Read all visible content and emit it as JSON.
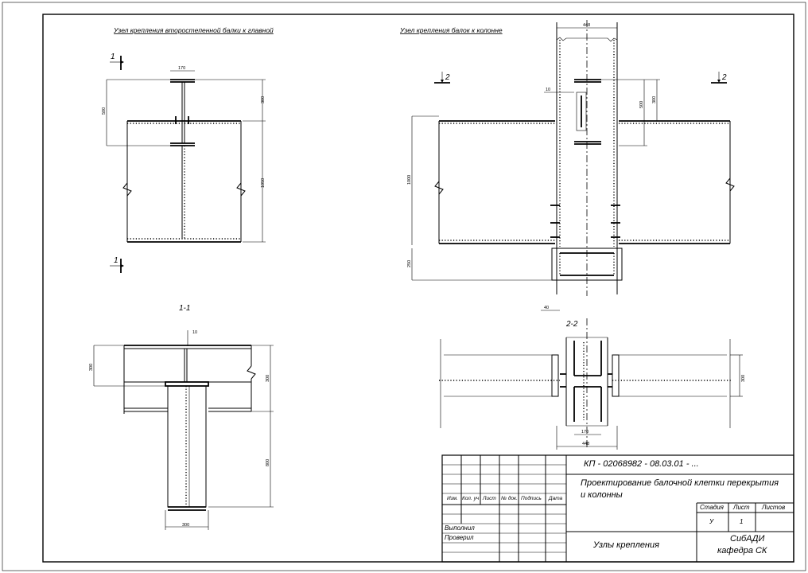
{
  "titles": {
    "node1": "Узел крепления второстепенной балки к главной",
    "node2": "Узел крепления балок к колонне",
    "section11": "1-1",
    "section22": "2-2"
  },
  "markers": {
    "m1": "1",
    "m2": "2"
  },
  "dims": {
    "d170": "170",
    "d500": "500",
    "d300": "300",
    "d1050": "1050",
    "d448": "448",
    "d10": "10",
    "d1000": "1000",
    "d250": "250",
    "d40": "40",
    "d800": "800"
  },
  "stamp": {
    "code": "КП - 02068982 - 08.03.01 - ...",
    "project_line1": "Проектирование балочной клетки перекрытия",
    "project_line2": "и колонны",
    "sheet_name": "Узлы крепления",
    "org_line1": "СибАДИ",
    "org_line2": "кафедра СК",
    "headers": [
      "Изм.",
      "Кол. уч",
      "Лист",
      "№ док.",
      "Подпись",
      "Дата"
    ],
    "role_done": "Выполнил",
    "role_check": "Проверил",
    "col_stage": "Стадия",
    "col_sheet": "Лист",
    "col_sheets": "Листов",
    "val_stage": "У",
    "val_sheet": "1"
  }
}
